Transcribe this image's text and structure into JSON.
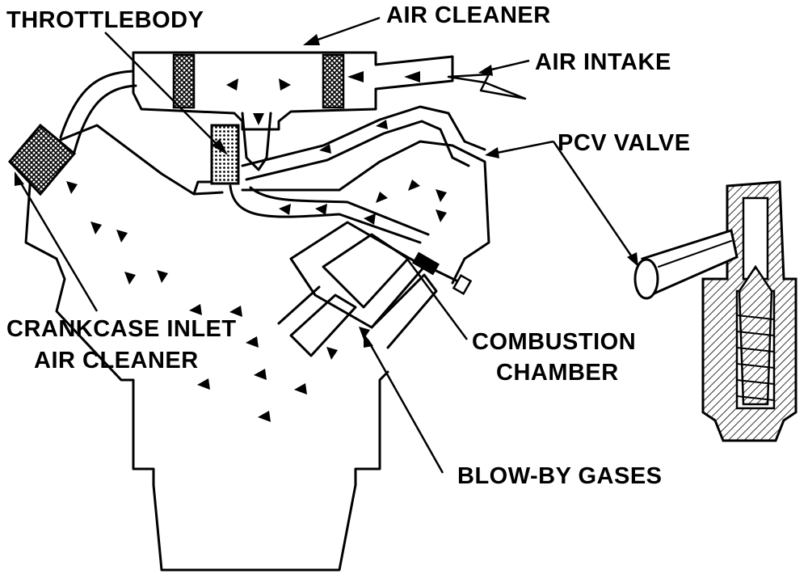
{
  "labels": {
    "throttle_body": "THROTTLEBODY",
    "air_cleaner": "AIR CLEANER",
    "air_intake": "AIR INTAKE",
    "pcv_valve": "PCV VALVE",
    "crankcase_inlet_line1": "CRANKCASE INLET",
    "crankcase_inlet_line2": "AIR CLEANER",
    "combustion_line1": "COMBUSTION",
    "combustion_line2": "CHAMBER",
    "blow_by_gases": "BLOW-BY GASES"
  },
  "icons": [
    "engine-cutaway-icon",
    "pcv-valve-cutaway-icon",
    "flow-arrow-icon"
  ],
  "colors": {
    "ink": "#000000",
    "paper": "#ffffff"
  }
}
